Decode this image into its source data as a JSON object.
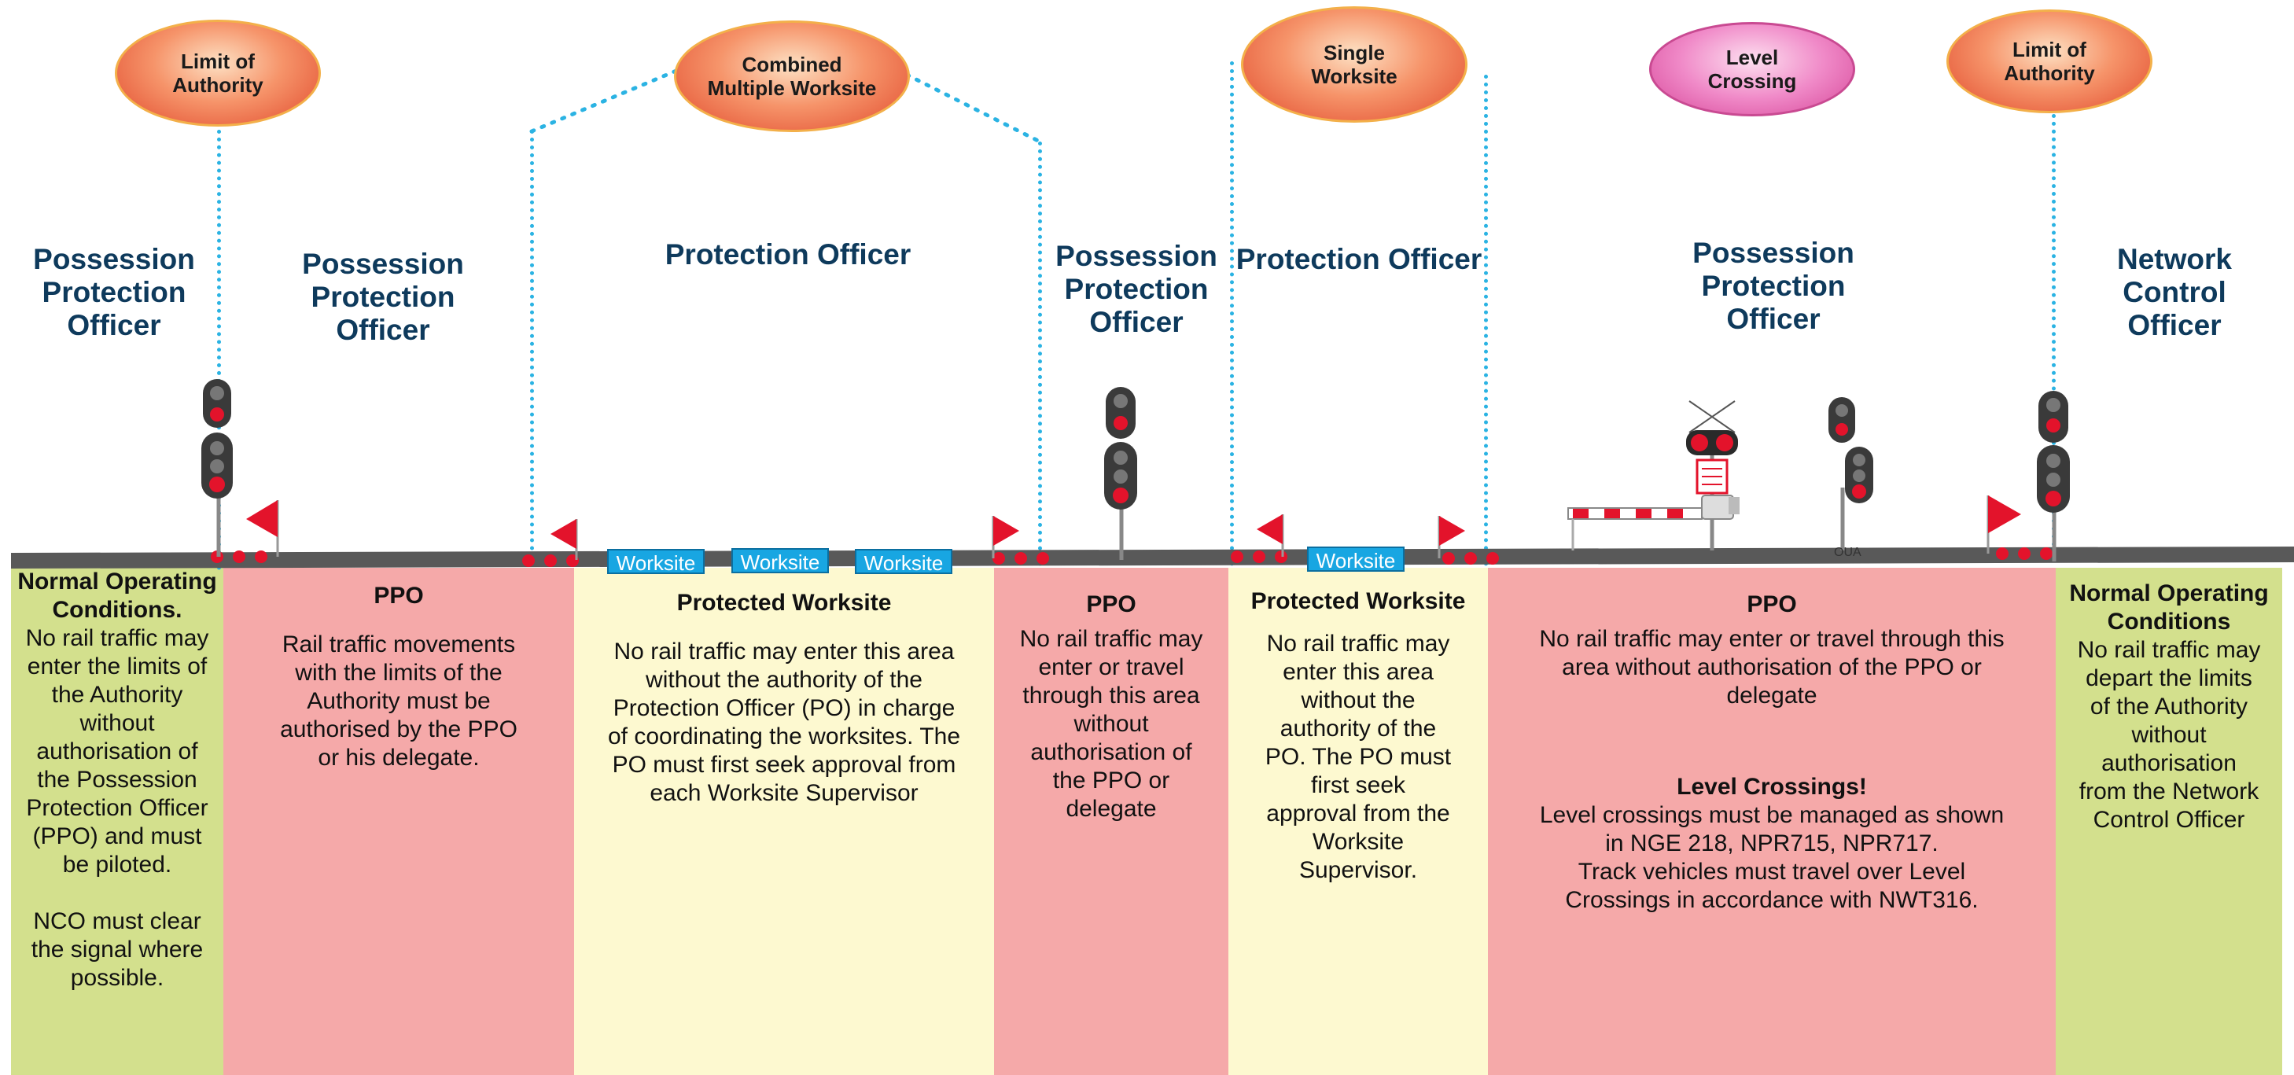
{
  "bubbles": [
    {
      "text": "Limit of\nAuthority",
      "style": "red"
    },
    {
      "text": "Combined\nMultiple Worksite",
      "style": "red"
    },
    {
      "text": "Single\nWorksite",
      "style": "red"
    },
    {
      "text": "Level\nCrossing",
      "style": "pink"
    },
    {
      "text": "Limit of\nAuthority",
      "style": "red"
    }
  ],
  "roles": [
    "Possession\nProtection\nOfficer",
    "Possession\nProtection\nOfficer",
    "Protection Officer",
    "Possession\nProtection\nOfficer",
    "Protection Officer",
    "Possession\nProtection\nOfficer",
    "Network\nControl\nOfficer"
  ],
  "worksite_labels": [
    "Worksite",
    "Worksite",
    "Worksite",
    "Worksite"
  ],
  "signal_plate": "OUA",
  "zones": [
    {
      "heading": "Normal Operating\nConditions.",
      "body": "No rail traffic may\nenter the limits of\nthe Authority\nwithout\nauthorisation of\nthe Possession\nProtection Officer\n(PPO) and must\nbe piloted.\n\nNCO must clear\nthe signal where\npossible."
    },
    {
      "heading": "PPO",
      "body": "Rail traffic movements\nwith the limits of the\nAuthority must be\nauthorised by the PPO\nor his delegate."
    },
    {
      "heading": "Protected Worksite",
      "body": "No rail traffic may enter this area\nwithout the authority of the\nProtection Officer (PO) in charge\nof coordinating the worksites. The\nPO must first seek approval from\neach Worksite Supervisor"
    },
    {
      "heading": "PPO",
      "body": "No rail traffic may\nenter or travel\nthrough this area\nwithout\nauthorisation of\nthe PPO or\ndelegate"
    },
    {
      "heading": "Protected Worksite",
      "body": "No rail traffic may\nenter this area\nwithout the\nauthority of the\nPO. The PO must\nfirst seek\napproval from the\nWorksite\nSupervisor."
    },
    {
      "heading": "PPO",
      "body": "No rail traffic may enter or travel through this\narea without authorisation of the PPO or\ndelegate",
      "heading2": "Level Crossings!",
      "body2": "Level crossings must be managed as shown\nin NGE 218, NPR715, NPR717.\nTrack vehicles must travel over Level\nCrossings in accordance with NWT316."
    },
    {
      "heading": "Normal Operating\nConditions",
      "body": "No rail traffic may\ndepart the limits\nof the Authority\nwithout\nauthorisation\nfrom the Network\nControl Officer"
    }
  ],
  "colors": {
    "green_zone": "#d3e08d",
    "pink_zone": "#f5a9a9",
    "yellow_zone": "#fdf9d0",
    "dotted_line": "#2bb3e3",
    "role_text": "#0e3a5c",
    "flag": "#e3132b",
    "worksite_label": "#18a6e2"
  }
}
